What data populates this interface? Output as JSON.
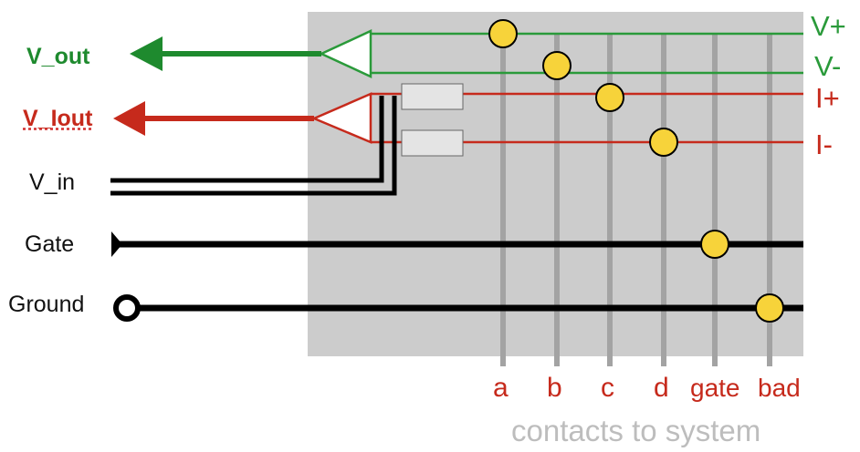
{
  "outputs": [
    {
      "label": "V_out",
      "color": "#1e8a2e"
    },
    {
      "label": "V_Iout",
      "color": "#c62a1c"
    }
  ],
  "inputs": [
    "V_in",
    "Gate",
    "Ground"
  ],
  "rails": [
    {
      "label": "V+",
      "color": "#2a9a3a"
    },
    {
      "label": "V-",
      "color": "#2a9a3a"
    },
    {
      "label": "I+",
      "color": "#c62a1c"
    },
    {
      "label": "I-",
      "color": "#c62a1c"
    }
  ],
  "columns": [
    "a",
    "b",
    "c",
    "d",
    "gate",
    "bad"
  ],
  "column_label_color": "#c62a1c",
  "axis_caption": "contacts to system",
  "colors": {
    "panel": "#cccccc",
    "contact_line": "#a3a3a3",
    "contact_dot": "#f7d33a",
    "resistor": "#e4e4e4",
    "wire": "#000000"
  }
}
